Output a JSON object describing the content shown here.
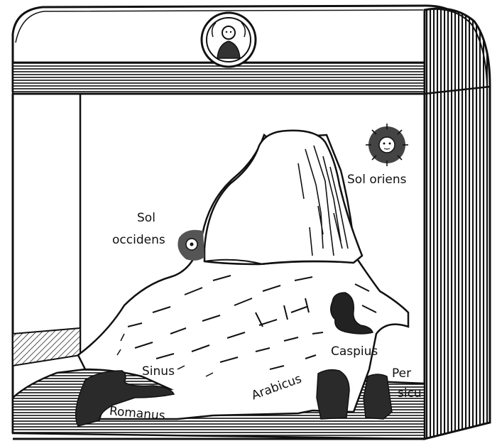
{
  "labels": {
    "sol_occidens_line1": "Sol",
    "sol_occidens_line2": "occidens",
    "sol_oriens": "Sol oriens",
    "caspius": "Caspius",
    "sinus": "Sinus",
    "romanus": "Romanus",
    "arabicus": "Arabicus",
    "persicus_line1": "Per",
    "persicus_line2": "sicu"
  },
  "icons": {
    "top_medallion": "face-in-circle-icon",
    "rising_sun": "radiant-sun-face-icon",
    "setting_sun": "half-hidden-sun-icon"
  },
  "colors": {
    "ink": "#111111",
    "paper": "#ffffff"
  }
}
